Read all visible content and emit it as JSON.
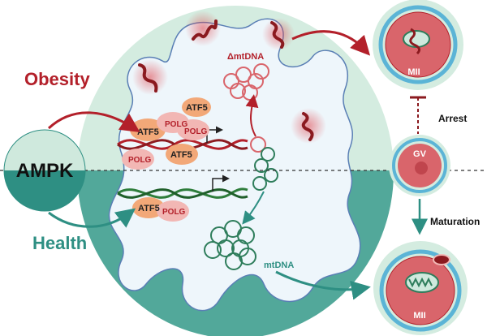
{
  "labels": {
    "obesity": "Obesity",
    "health": "Health",
    "ampk": "AMPK",
    "delta_mtdna": "ΔmtDNA",
    "mtdna": "mtDNA",
    "arrest": "Arrest",
    "maturation": "Maturation",
    "mii_top": "MII",
    "gv": "GV",
    "mii_bottom": "MII",
    "atf5": "ATF5",
    "polg": "POLG"
  },
  "colors": {
    "obesity": "#b3202a",
    "health": "#2e8f83",
    "oocyte_fill": "#d9656b",
    "zona": "#5bb4d6",
    "teal_dark": "#1f6f66",
    "mint": "#cfe9dd",
    "atf5_blob": "#f2a878",
    "polg_blob": "#f2b7b4"
  }
}
